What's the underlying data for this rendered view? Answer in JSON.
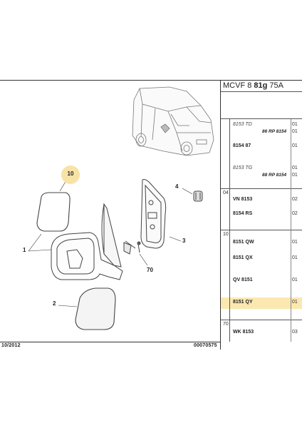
{
  "header": {
    "code_prefix": "MCVF 8 ",
    "code_bold": "81g",
    "code_suffix": " 75A"
  },
  "callouts": {
    "c10": "10",
    "c4": "4",
    "c3": "3",
    "c70": "70",
    "c1": "1",
    "c2": "2"
  },
  "footer": {
    "date": "10/2012",
    "docnum": "00070575"
  },
  "groups": {
    "g04": "04",
    "g10": "10",
    "g70": "70"
  },
  "parts": [
    {
      "ref": "8153 TD",
      "italic": true,
      "qty": "01"
    },
    {
      "sub": "86 RP 8154",
      "qty": "01"
    },
    {
      "ref": "8154 87",
      "qty": "01"
    },
    {
      "ref": "8153 TG",
      "italic": true,
      "qty": "01"
    },
    {
      "sub": "88 RP 8154",
      "qty": "01"
    },
    {
      "ref": "VN 8153",
      "qty": "02"
    },
    {
      "ref": "8154 RS",
      "qty": "02"
    },
    {
      "ref": "8151 QW",
      "qty": "01"
    },
    {
      "ref": "8151 QX",
      "qty": "01"
    },
    {
      "ref": "QV 8151",
      "qty": "01"
    },
    {
      "ref": "8151 QY",
      "qty": "01"
    },
    {
      "ref": "WK 8153",
      "qty": "03"
    }
  ],
  "colors": {
    "highlight": "#fbe8b0",
    "badge": "#f7e3a6"
  }
}
